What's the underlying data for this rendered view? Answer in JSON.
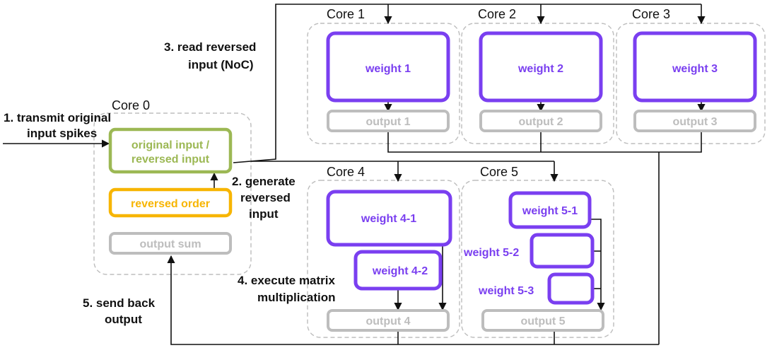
{
  "cores": [
    {
      "id": "core0",
      "label": "Core 0"
    },
    {
      "id": "core1",
      "label": "Core 1"
    },
    {
      "id": "core2",
      "label": "Core 2"
    },
    {
      "id": "core3",
      "label": "Core 3"
    },
    {
      "id": "core4",
      "label": "Core 4"
    },
    {
      "id": "core5",
      "label": "Core 5"
    }
  ],
  "steps": {
    "s1": [
      "1. transmit original",
      "input spikes"
    ],
    "s2": [
      "2. generate",
      "reversed",
      "input"
    ],
    "s3": [
      "3. read reversed",
      "input (NoC)"
    ],
    "s4": [
      "4. execute matrix",
      "multiplication"
    ],
    "s5": [
      "5. send back",
      "output"
    ]
  },
  "boxes": {
    "original_input": [
      "original input /",
      "reversed input"
    ],
    "reversed_order": "reversed order",
    "output_sum": "output sum",
    "weight1": "weight 1",
    "weight2": "weight 2",
    "weight3": "weight 3",
    "output1": "output 1",
    "output2": "output 2",
    "output3": "output 3",
    "weight4_1": "weight 4-1",
    "weight4_2": "weight 4-2",
    "output4": "output 4",
    "weight5_1": "weight 5-1",
    "weight5_2": "weight 5-2",
    "weight5_3": "weight 5-3",
    "output5": "output 5"
  },
  "colors": {
    "weight": "#7a3ff0",
    "input": "#9cb854",
    "order": "#f7b500",
    "output": "#bdbdbd",
    "frame": "#bdbdbd",
    "wire": "#111111"
  }
}
